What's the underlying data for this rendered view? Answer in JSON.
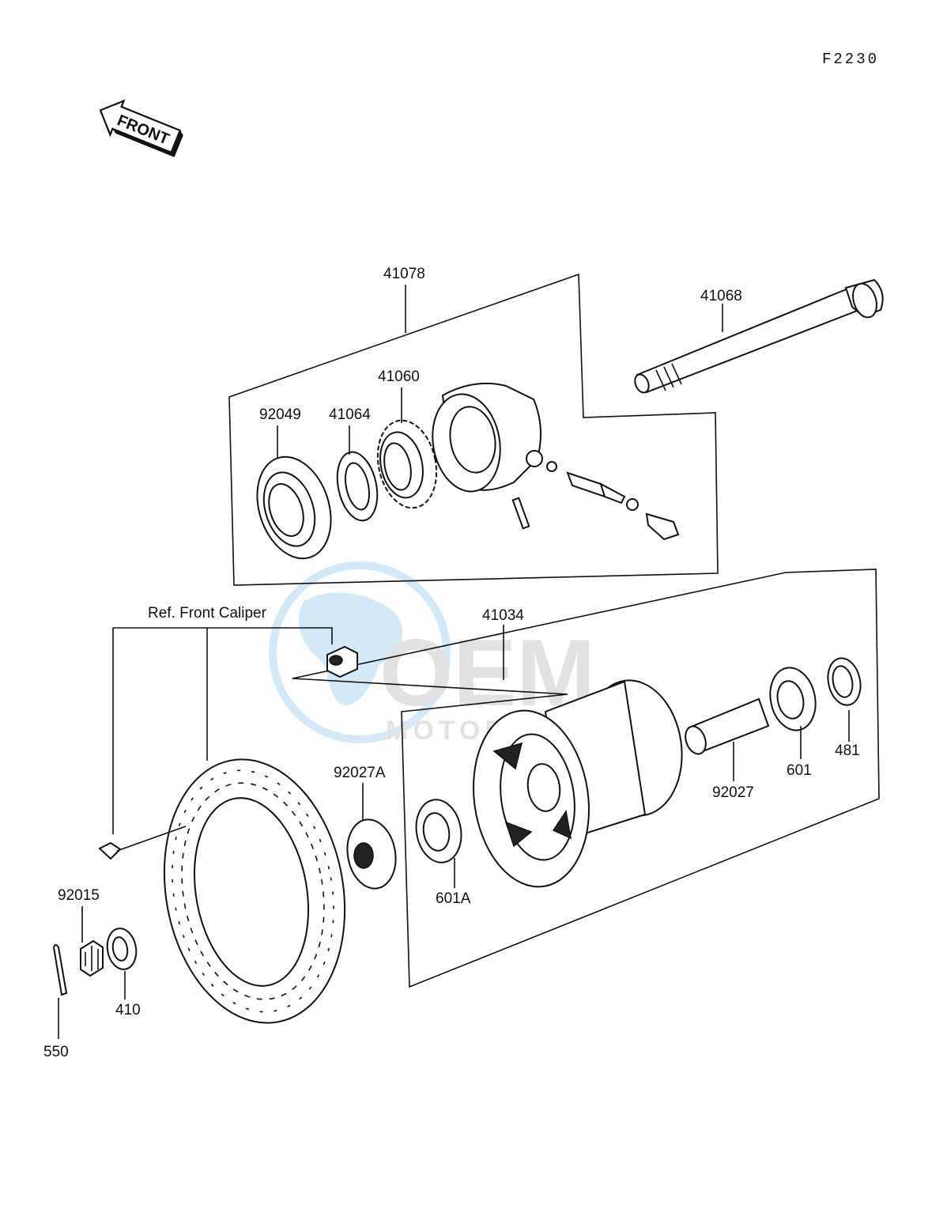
{
  "page_code": "F2230",
  "front_badge": "FRONT",
  "reference_label": "Ref. Front Caliper",
  "watermark": {
    "brand": "OEM",
    "sub": "MOTORPARTS"
  },
  "parts": {
    "p41078": "41078",
    "p41068": "41068",
    "p41060": "41060",
    "p92049": "92049",
    "p41064": "41064",
    "p41034": "41034",
    "p92027A": "92027A",
    "p601A": "601A",
    "p92027": "92027",
    "p601": "601",
    "p481": "481",
    "p92015": "92015",
    "p410": "410",
    "p550": "550"
  },
  "colors": {
    "ink": "#111111",
    "watermark_blue": "#3a9fe0",
    "watermark_gray": "#7d7d7d"
  }
}
